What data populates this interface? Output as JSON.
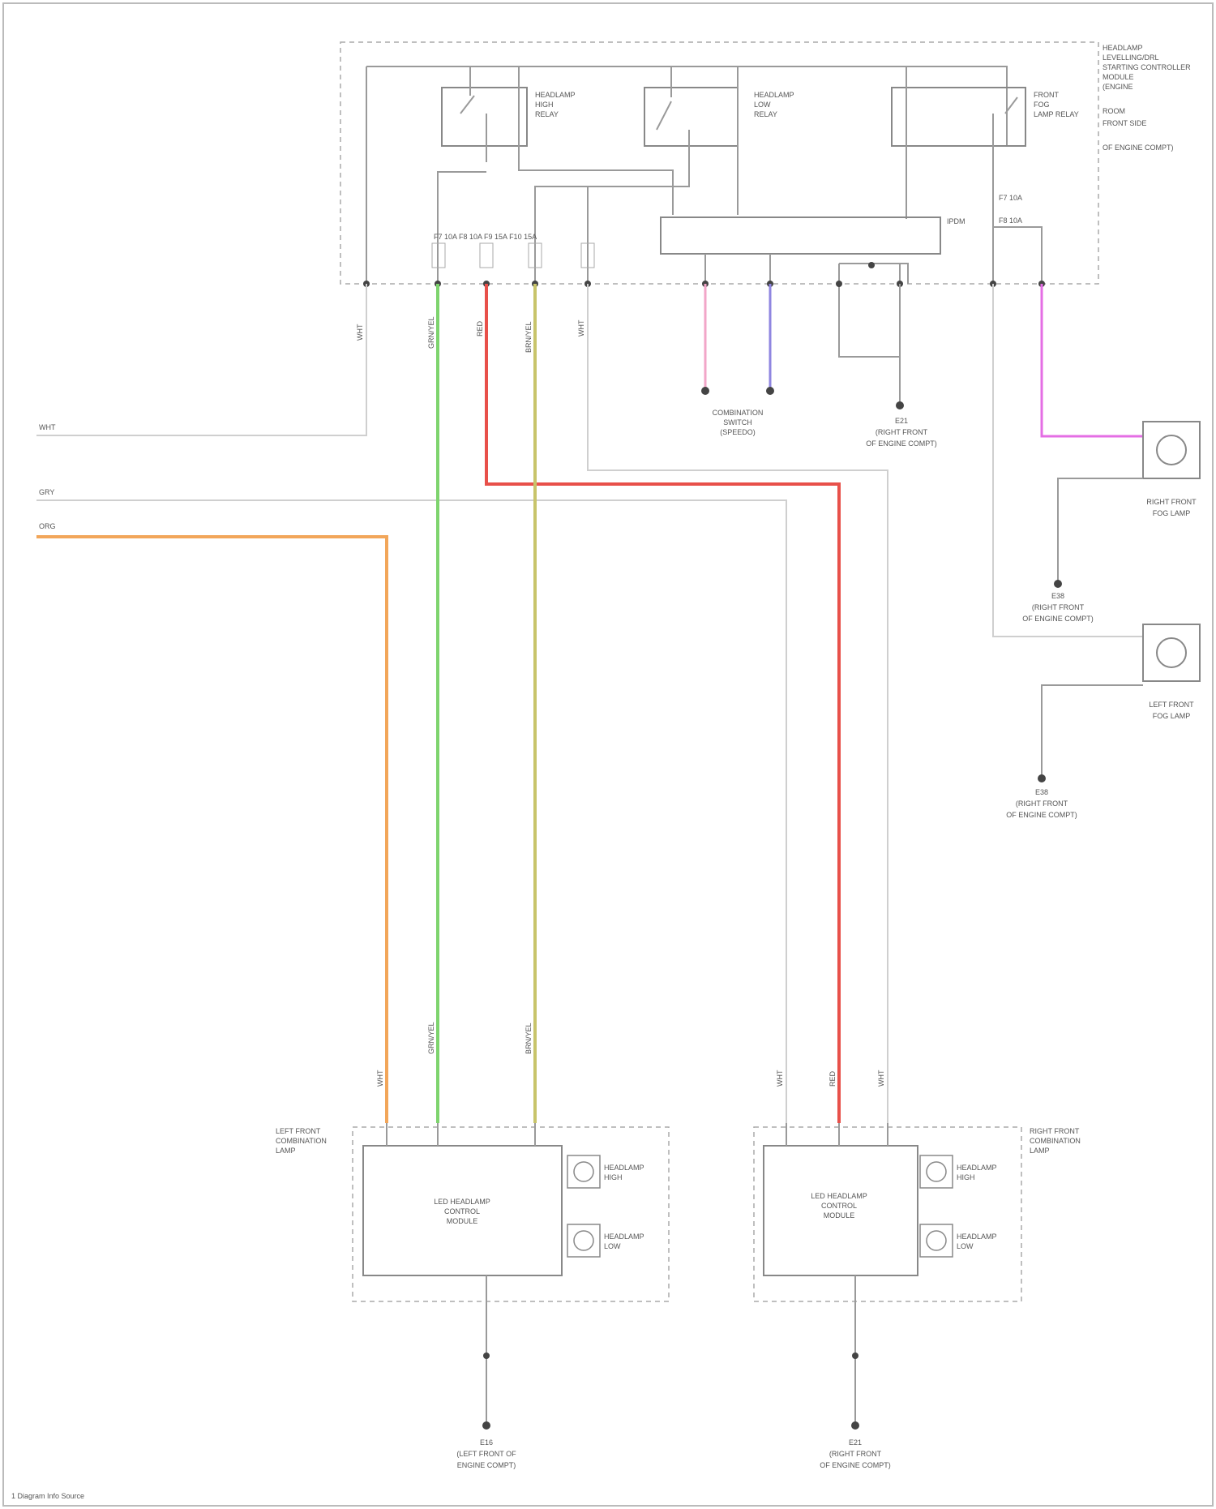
{
  "colors": {
    "background": "#ffffff",
    "wire_default": "#9a9a9a",
    "wire_light": "#cfcfcf",
    "wire_orange": "#f2a65a",
    "wire_green": "#7ed46e",
    "wire_red": "#e8504a",
    "wire_olive": "#c8c46a",
    "wire_pink": "#f2a6c8",
    "wire_blue": "#8f86e0",
    "wire_magenta": "#e46ee4"
  },
  "labels": {
    "module_side": [
      "HEADLAMP",
      "LEVELLING/DRL",
      "STARTING CONTROLLER",
      "MODULE",
      "(ENGINE",
      "ROOM",
      "FRONT SIDE",
      "OF ENGINE COMPT)"
    ],
    "relay_hi": [
      "HEADLAMP",
      "HIGH",
      "RELAY"
    ],
    "relay_lo": [
      "HEADLAMP",
      "LOW",
      "RELAY"
    ],
    "relay_fog": [
      "FRONT",
      "FOG",
      "LAMP RELAY"
    ],
    "fuse_row": "F7 10A  F8 10A  F9 15A  F10 15A",
    "fuse_a": "F7 10A",
    "fuse_b": "F8 10A",
    "ic_label": "IPDM",
    "left_inputs": [
      "WHT",
      "GRY",
      "ORG"
    ],
    "headlamp_switch": [
      "COMBINATION",
      "SWITCH",
      "(SPEEDO)"
    ],
    "gnd_e21": [
      "E21",
      "(RIGHT FRONT",
      "OF ENGINE COMPT)"
    ],
    "right_fog": [
      "RIGHT FRONT",
      "FOG LAMP"
    ],
    "left_fog": [
      "LEFT FRONT",
      "FOG LAMP"
    ],
    "gnd_e38a": [
      "E38",
      "(RIGHT FRONT",
      "OF ENGINE COMPT)"
    ],
    "gnd_e38b": [
      "E38",
      "(RIGHT FRONT",
      "OF ENGINE COMPT)"
    ],
    "left_combo": [
      "LEFT FRONT",
      "COMBINATION",
      "LAMP"
    ],
    "right_combo": [
      "RIGHT FRONT",
      "COMBINATION",
      "LAMP"
    ],
    "left_module": [
      "LED HEADLAMP",
      "CONTROL",
      "MODULE"
    ],
    "right_module": [
      "LED HEADLAMP",
      "CONTROL",
      "MODULE"
    ],
    "hi_beam": [
      "HEADLAMP",
      "HIGH"
    ],
    "lo_beam": [
      "HEADLAMP",
      "LOW"
    ],
    "gnd_left": [
      "E16",
      "(LEFT FRONT OF",
      "ENGINE COMPT)"
    ],
    "gnd_right": [
      "E21",
      "(RIGHT FRONT",
      "OF ENGINE COMPT)"
    ],
    "wire_left": [
      "WHT",
      "GRN/YEL",
      "RED",
      "BRN/YEL",
      "WHT"
    ],
    "footer": "1 Diagram Info Source"
  }
}
